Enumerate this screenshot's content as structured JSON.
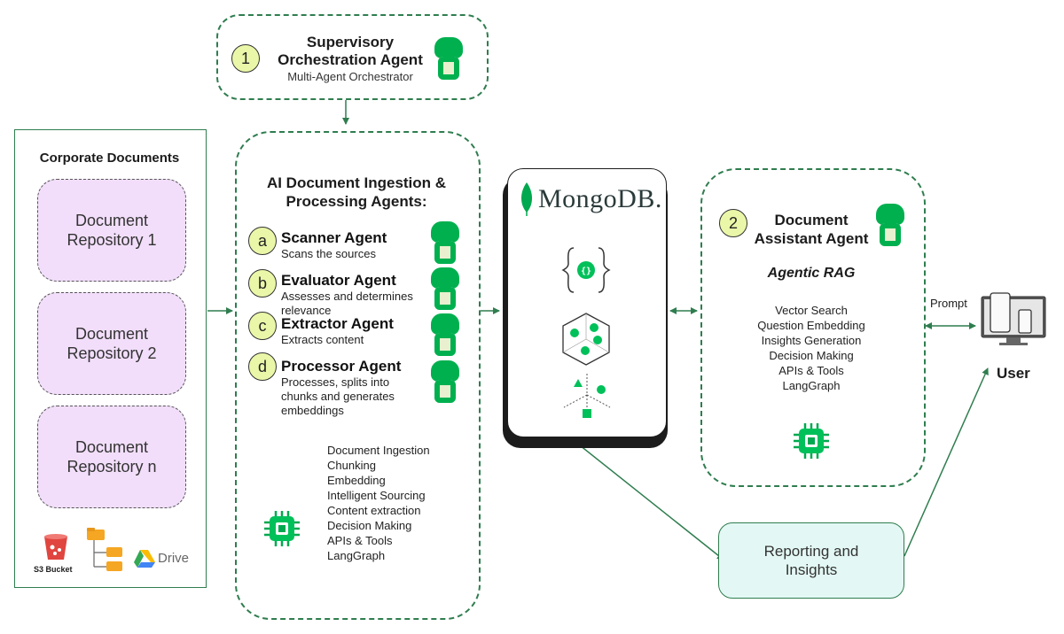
{
  "supervisor": {
    "step": "1",
    "title_line1": "Supervisory",
    "title_line2": "Orchestration Agent",
    "subtitle": "Multi-Agent Orchestrator"
  },
  "corporate_docs": {
    "title": "Corporate Documents",
    "repos": [
      {
        "line1": "Document",
        "line2": "Repository 1"
      },
      {
        "line1": "Document",
        "line2": "Repository 2"
      },
      {
        "line1": "Document",
        "line2": "Repository n"
      }
    ],
    "s3_label": "S3 Bucket",
    "drive_label": "Drive"
  },
  "ingestion": {
    "title_line1": "AI Document Ingestion &",
    "title_line2": "Processing Agents:",
    "agents": [
      {
        "letter": "a",
        "name": "Scanner Agent",
        "desc": [
          "Scans the sources"
        ]
      },
      {
        "letter": "b",
        "name": "Evaluator Agent",
        "desc": [
          "Assesses and determines",
          "relevance"
        ]
      },
      {
        "letter": "c",
        "name": "Extractor Agent",
        "desc": [
          "Extracts content"
        ]
      },
      {
        "letter": "d",
        "name": "Processor Agent",
        "desc": [
          "Processes, splits into",
          "chunks and generates",
          "embeddings"
        ]
      }
    ],
    "capabilities": [
      "Document Ingestion",
      "Chunking",
      "Embedding",
      "Intelligent Sourcing",
      "Content extraction",
      "Decision Making",
      "APIs & Tools",
      "LangGraph"
    ]
  },
  "mongodb": {
    "logo_text": "MongoDB."
  },
  "assistant": {
    "step": "2",
    "title_line1": "Document",
    "title_line2": "Assistant Agent",
    "subtitle": "Agentic RAG",
    "capabilities": [
      "Vector Search",
      "Question Embedding",
      "Insights Generation",
      "Decision Making",
      "APIs & Tools",
      "LangGraph"
    ]
  },
  "reporting": {
    "line1": "Reporting and",
    "line2": "Insights"
  },
  "prompt_label": "Prompt",
  "user_label": "User",
  "colors": {
    "green": "#00a84f",
    "dash": "#2f7d4f",
    "repo_fill": "#f2defa",
    "step_fill": "#eaf7a8",
    "report_fill": "#e3f8f4"
  }
}
